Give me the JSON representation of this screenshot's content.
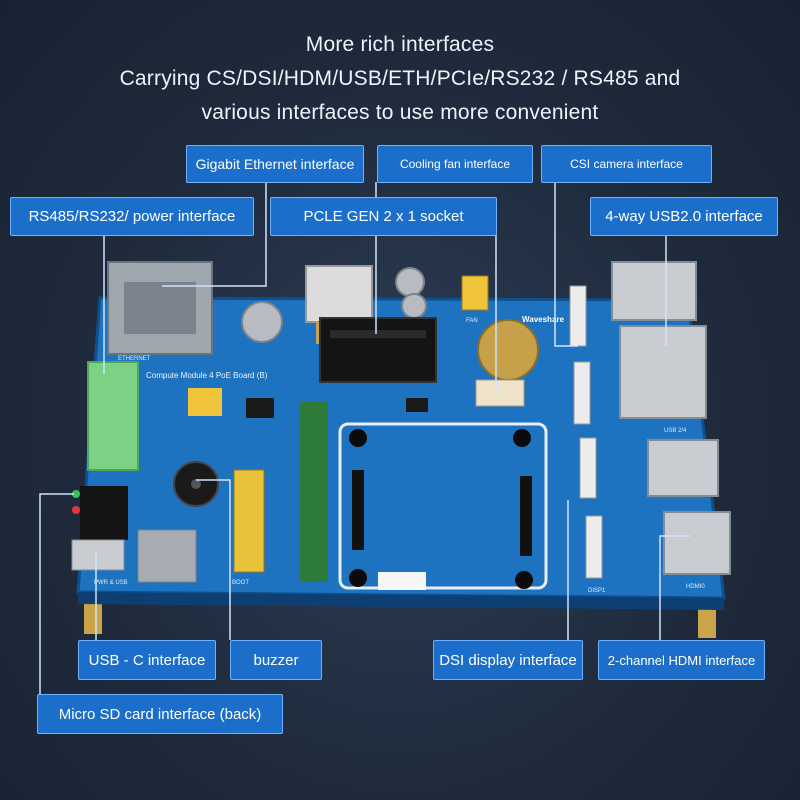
{
  "headline": {
    "line1": "More rich interfaces",
    "line2": "Carrying CS/DSI/HDM/USB/ETH/PCIe/RS232 / RS485 and",
    "line3": "various interfaces to use more convenient"
  },
  "callouts": {
    "gigabit_ethernet": "Gigabit Ethernet interface",
    "cooling_fan": "Cooling fan interface",
    "csi_camera": "CSI camera interface",
    "rs485_power": "RS485/RS232/ power interface",
    "pcie_socket": "PCLE GEN 2 x 1 socket",
    "usb2_4way": "4-way USB2.0 interface",
    "usb_c": "USB - C interface",
    "buzzer": "buzzer",
    "dsi_display": "DSI display interface",
    "hdmi_2ch": "2-channel HDMI interface",
    "micro_sd": "Micro SD card interface (back)"
  },
  "board_silkscreen": {
    "title": "Compute Module 4 PoE Board (B)",
    "brand": "Waveshare",
    "ethernet": "ETHERNET",
    "usb_label": "USB 2/4",
    "dsi": "DISP1",
    "boot": "BOOT",
    "fan": "FAN",
    "pwr": "PWR & USB",
    "hdmi": "HDMI0"
  },
  "colors": {
    "background": "#1f2b3d",
    "callout_fill": "#1b6ec9",
    "callout_border": "#6fb0ff",
    "pcb": "#1e73c0",
    "leader_line": "#cfe3ff"
  }
}
